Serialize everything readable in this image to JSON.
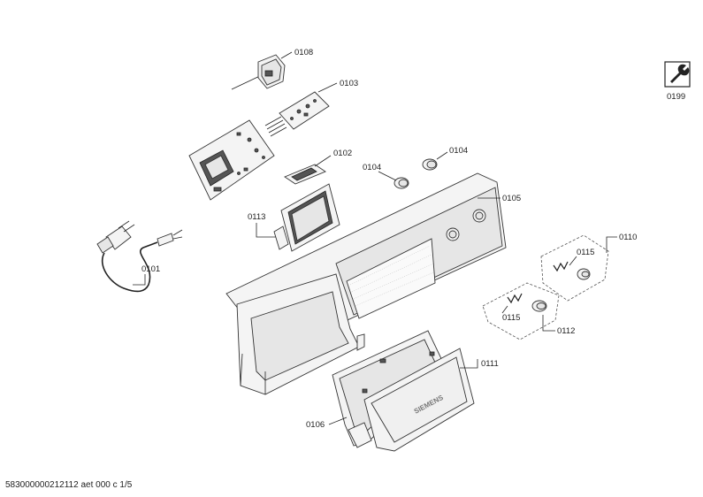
{
  "callouts": {
    "c0108": "0108",
    "c0103": "0103",
    "c0102": "0102",
    "c0104a": "0104",
    "c0104b": "0104",
    "c0113": "0113",
    "c0105": "0105",
    "c0101": "0101",
    "c0110": "0110",
    "c0115a": "0115",
    "c0115b": "0115",
    "c0112": "0112",
    "c0111": "0111",
    "c0106": "0106",
    "c0199": "0199"
  },
  "brand_text": "SIEMENS",
  "footer": "583000000212112 aet 000 c 1/5",
  "icons": {
    "service": "wrench-tool-icon"
  }
}
